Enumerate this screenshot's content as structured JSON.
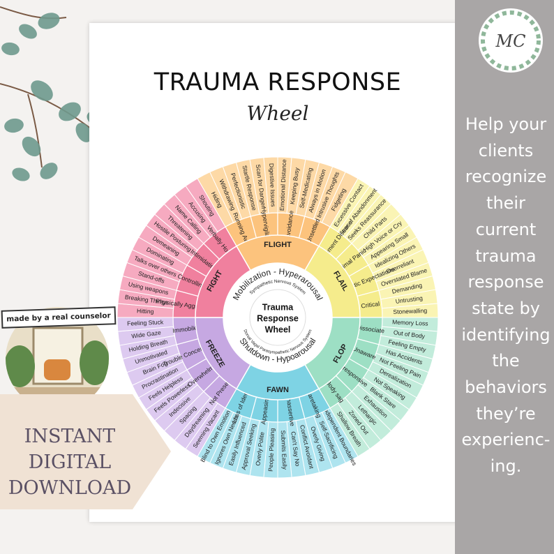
{
  "title": "TRAUMA RESPONSE",
  "subtitle": "Wheel",
  "center": [
    "Trauma",
    "Response",
    "Wheel"
  ],
  "mobilization": "Mobilization - Hyperarousal",
  "sympathetic": "Sympathetic Nervous System",
  "shutdown": "Shutdown - Hypoarousal",
  "parasympathetic": "Dorsal Vagal Parasympathetic Nervous System",
  "segments": [
    {
      "name": "FLIGHT",
      "color": "#fcc37d",
      "light": "#fdd9a6",
      "mid": [
        "Running Away",
        "Hypervigilant",
        "Avoidance",
        "Unsettled"
      ],
      "outer": [
        "Hiding",
        "Withdrawing",
        "Perfectionistic",
        "Startle Response",
        "Scan for Danger",
        "Digestive Issues",
        "Emotional Distance",
        "Keeping Busy",
        "Self-Medicating",
        "Always in Motion",
        "Intrusive Thoughts",
        "Fidgeting"
      ]
    },
    {
      "name": "FLAIL",
      "color": "#f5ec8c",
      "light": "#faf4b4",
      "mid": [
        "Attachment Distress",
        "Primal Panic",
        "Unrealistic Expectations",
        "Critical"
      ],
      "outer": [
        "Excessive Contact",
        "Fear of Abandonment",
        "Seeks Reassurance",
        "Child Parts",
        "High Voice or Cry",
        "Appearing Small",
        "Idealizing Others",
        "Overreliant",
        "Overstated Blame",
        "Demanding",
        "Untrusting",
        "Stonewalling"
      ]
    },
    {
      "name": "FLOP",
      "color": "#9ddfc4",
      "light": "#c2ecdb",
      "mid": [
        "Dissociate",
        "Unaware",
        "Unresponsive",
        "Body sag"
      ],
      "outer": [
        "Memory Loss",
        "Out of Body",
        "Feeling Empty",
        "Has Accidents",
        "Not Feeling Pain",
        "Derealization",
        "Not Speaking",
        "Blank Stare",
        "Exhaustion",
        "Lethargic",
        "Zoned Out",
        "Shallow Breath"
      ]
    },
    {
      "name": "FAWN",
      "color": "#7ed3e4",
      "light": "#aee4ef",
      "mid": [
        "Caretaking",
        "Unassertive",
        "Appeasing",
        "Loss of Identity"
      ],
      "outer": [
        "Codependent Boundaries",
        "Self-Sacrificing",
        "Overly Giving",
        "Conflict Avoidant",
        "Can't Say No",
        "Submits Easily",
        "People Pleasing",
        "Overly Polite",
        "Approval Seeking",
        "Easily Influenced",
        "Ignores Own Needs",
        "Blind to Own Emotions"
      ]
    },
    {
      "name": "FREEZE",
      "color": "#c6a8e2",
      "light": "#ddcaf0",
      "mid": [
        "Not Present",
        "Overwhelmed",
        "Trouble Concentrating",
        "Immobile"
      ],
      "outer": [
        "Seeming Vacant",
        "Daydreaming",
        "Spacing",
        "Indecisive",
        "Feels Powerless",
        "Feels Helpless",
        "Procrastination",
        "Brain Fog",
        "Unmotivated",
        "Holding Breath",
        "Wide Gaze",
        "Feeling Stuck"
      ]
    },
    {
      "name": "FIGHT",
      "color": "#f0809e",
      "light": "#f6aac0",
      "mid": [
        "Physically Aggressive",
        "Controlling",
        "Intimidating",
        "Verbally Hostile"
      ],
      "outer": [
        "Hitting",
        "Breaking Things",
        "Using weapons",
        "Stand-offs",
        "Talks over others",
        "Dominating",
        "Demeaning",
        "Hostile Posturing",
        "Threatening",
        "Name Calling",
        "Accusing",
        "Shouting"
      ]
    }
  ],
  "made_by": "made by a real counselor",
  "download": [
    "INSTANT",
    "DIGITAL",
    "DOWNLOAD"
  ],
  "side_text": [
    "Help your",
    "clients",
    "recognize",
    "their",
    "current",
    "trauma",
    "response",
    "state by",
    "identifying",
    "the",
    "behaviors",
    "they’re",
    "experienc-",
    "ing."
  ],
  "logo_letters": "MC"
}
